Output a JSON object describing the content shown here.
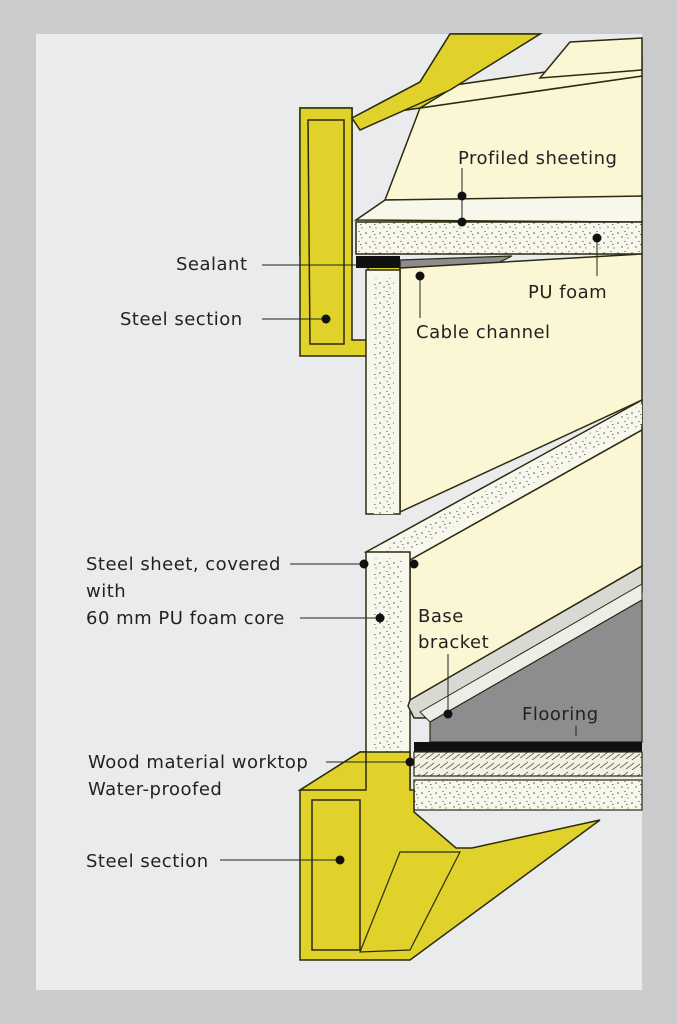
{
  "colors": {
    "frame": "#c9cbcd",
    "panel": "#e9ebed",
    "steel": "#e0d22a",
    "steel_edge": "#2b2b10",
    "foam": "#f7f7ec",
    "cream": "#fbf7d4",
    "shadow_grey": "#8d8d90",
    "line": "#222222"
  },
  "labels": {
    "profiled_sheeting": "Profiled sheeting",
    "sealant": "Sealant",
    "pu_foam": "PU foam",
    "steel_section_top": "Steel section",
    "cable_channel": "Cable channel",
    "steel_sheet_line1": "Steel sheet, covered",
    "steel_sheet_line2": "with",
    "steel_sheet_line3": "60 mm PU foam core",
    "base_line1": "Base",
    "base_line2": "bracket",
    "flooring": "Flooring",
    "worktop_line1": "Wood material worktop",
    "worktop_line2": "Water-proofed",
    "steel_section_bottom": "Steel section"
  },
  "icons": {
    "leader_marker": "filled-dot"
  }
}
